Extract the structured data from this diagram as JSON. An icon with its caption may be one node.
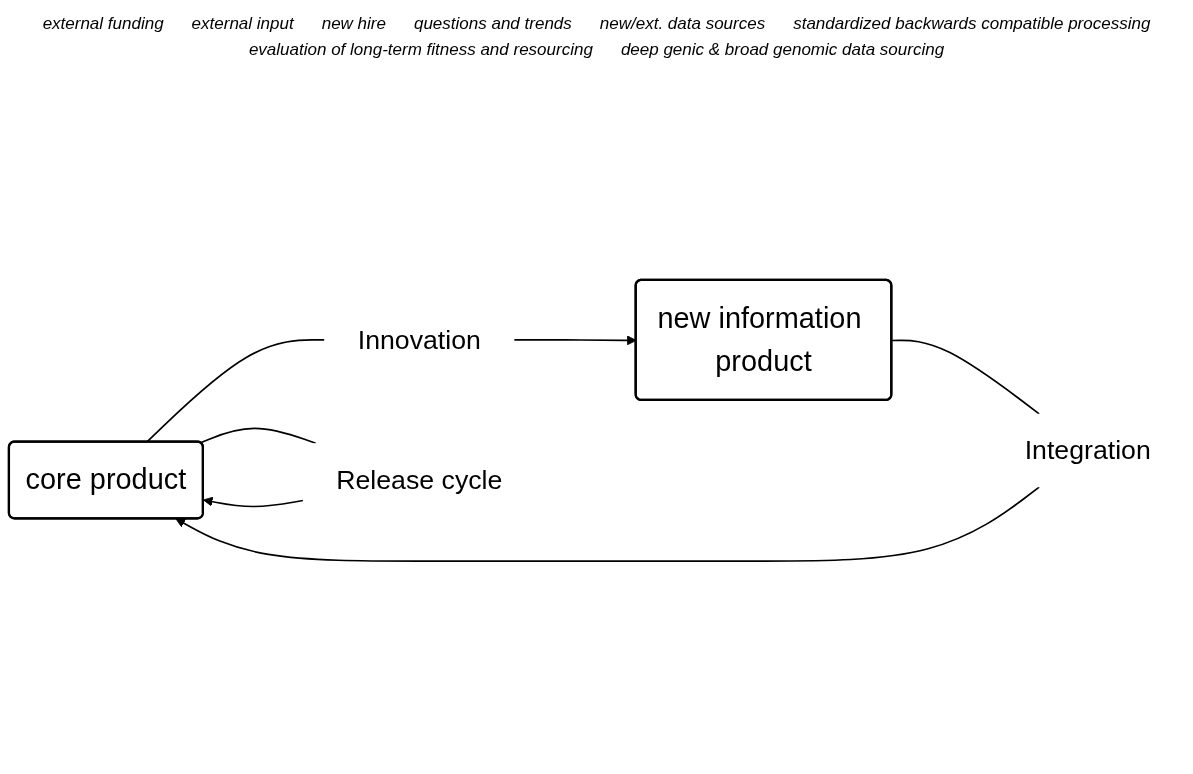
{
  "diagram": {
    "nodes": [
      {
        "text": [
          "core product"
        ]
      },
      {
        "text": [
          "new information product"
        ]
      },
      {
        "text": [
          "Innovation"
        ]
      },
      {
        "text": [
          "Release cycle"
        ]
      },
      {
        "text": [
          "Integration"
        ]
      }
    ],
    "edges": [
      {
        "from": 0,
        "to": 2,
        "arrow": "none"
      },
      {
        "from": 2,
        "to": 1,
        "arrow": "to"
      },
      {
        "from": 0,
        "to": 3,
        "arrow": "none"
      },
      {
        "from": 3,
        "to": 0,
        "arrow": "to"
      },
      {
        "from": 1,
        "to": 4,
        "arrow": "none"
      },
      {
        "from": 4,
        "to": 0,
        "arrow": "to"
      }
    ],
    "labels": [
      "external funding",
      "external input",
      "new hire",
      "questions and trends",
      "new/ext. data sources",
      "standardized backwards compatible processing",
      "evaluation of long-term fitness and resourcing",
      "deep genic & broad genomic data sourcing"
    ]
  }
}
